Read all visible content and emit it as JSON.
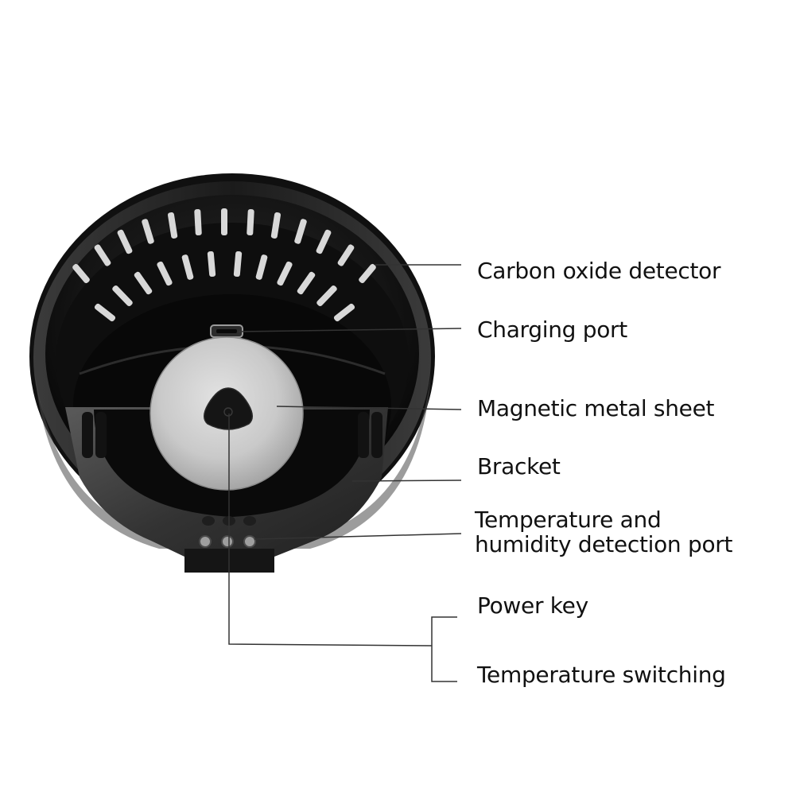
{
  "labels": {
    "carbon_oxide_detector": "Carbon oxide detector",
    "charging_port": "Charging port",
    "magnetic_metal_sheet": "Magnetic metal sheet",
    "bracket": "Bracket",
    "temp_humidity_port_line1": "Temperature and",
    "temp_humidity_port_line2": "humidity detection port",
    "power_key": "Power key",
    "temperature_switching": "Temperature switching"
  },
  "colors": {
    "device_body": "#1a1a1a",
    "device_face": "#0c0c0c",
    "metal_sheet": "#c8c8c8",
    "bracket": "#3a3a3a",
    "leader_line": "#333333",
    "text": "#111111"
  }
}
